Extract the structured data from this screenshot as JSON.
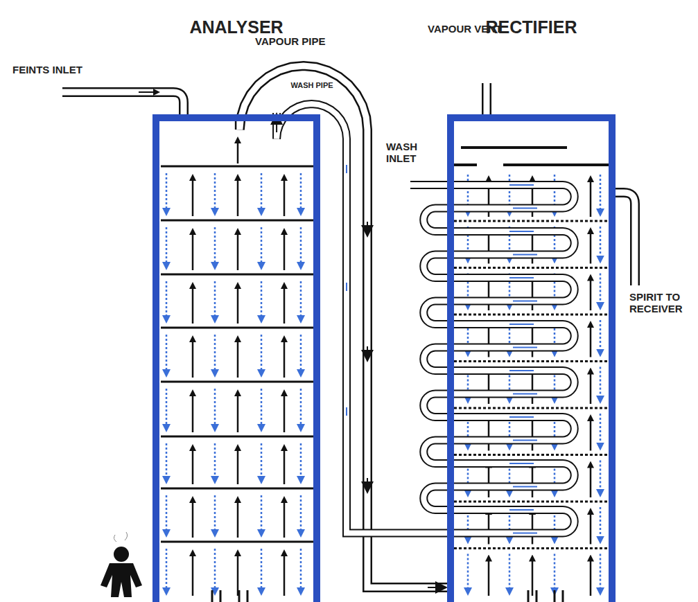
{
  "diagram": {
    "nodes": [
      {
        "text": [
          "ANALYSER"
        ]
      },
      {
        "text": [
          "RECTIFIER"
        ]
      }
    ],
    "edges": [
      {
        "from": 0,
        "to": 1,
        "arrow": "to",
        "label": "VAPOUR PIPE"
      },
      {
        "from": 1,
        "to": 0,
        "arrow": "to",
        "label": "WASH PIPE"
      }
    ],
    "labels": [
      "FEINTS INLET",
      "VAPOUR VENT",
      "WASH INLET",
      "SPIRIT TO RECEIVER"
    ]
  }
}
